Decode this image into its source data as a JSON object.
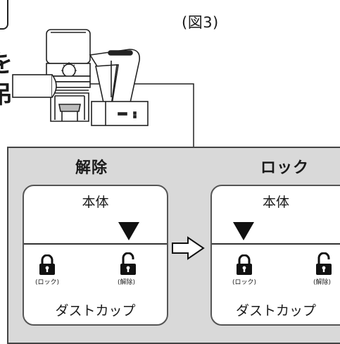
{
  "figure_label": "(図3)",
  "cropped_text": {
    "char_a": "を",
    "char_b": "吊"
  },
  "panel": {
    "release": {
      "title": "解除",
      "body_label": "本体",
      "cup_label": "ダストカップ",
      "lock_left_label": "(ロック)",
      "lock_right_label": "(解除)"
    },
    "lock": {
      "title": "ロック",
      "body_label": "本体",
      "cup_label": "ダストカップ",
      "lock_left_label": "(ロック)",
      "lock_right_label": "(解除)"
    }
  },
  "icons": [
    "triangle-down-icon",
    "padlock-closed-icon",
    "padlock-open-icon",
    "hollow-right-arrow-icon"
  ]
}
